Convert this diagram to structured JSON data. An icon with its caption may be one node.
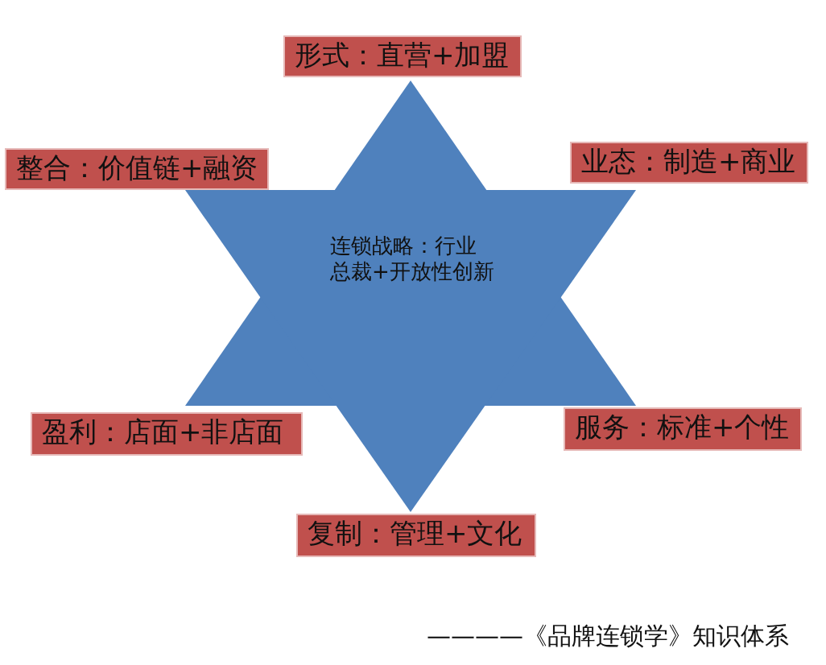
{
  "diagram": {
    "caption": "————《品牌连锁学》知识体系",
    "nodes": [
      {
        "text": [
          "形式：直营+加盟"
        ]
      },
      {
        "text": [
          "整合：价值链+融资"
        ]
      },
      {
        "text": [
          "业态：制造+商业"
        ]
      },
      {
        "text": [
          "连锁战略：行业总裁+开放性创新"
        ]
      },
      {
        "text": [
          "盈利：店面+非店面"
        ]
      },
      {
        "text": [
          "服务：标准+个性"
        ]
      },
      {
        "text": [
          "复制：管理+文化"
        ]
      }
    ]
  }
}
